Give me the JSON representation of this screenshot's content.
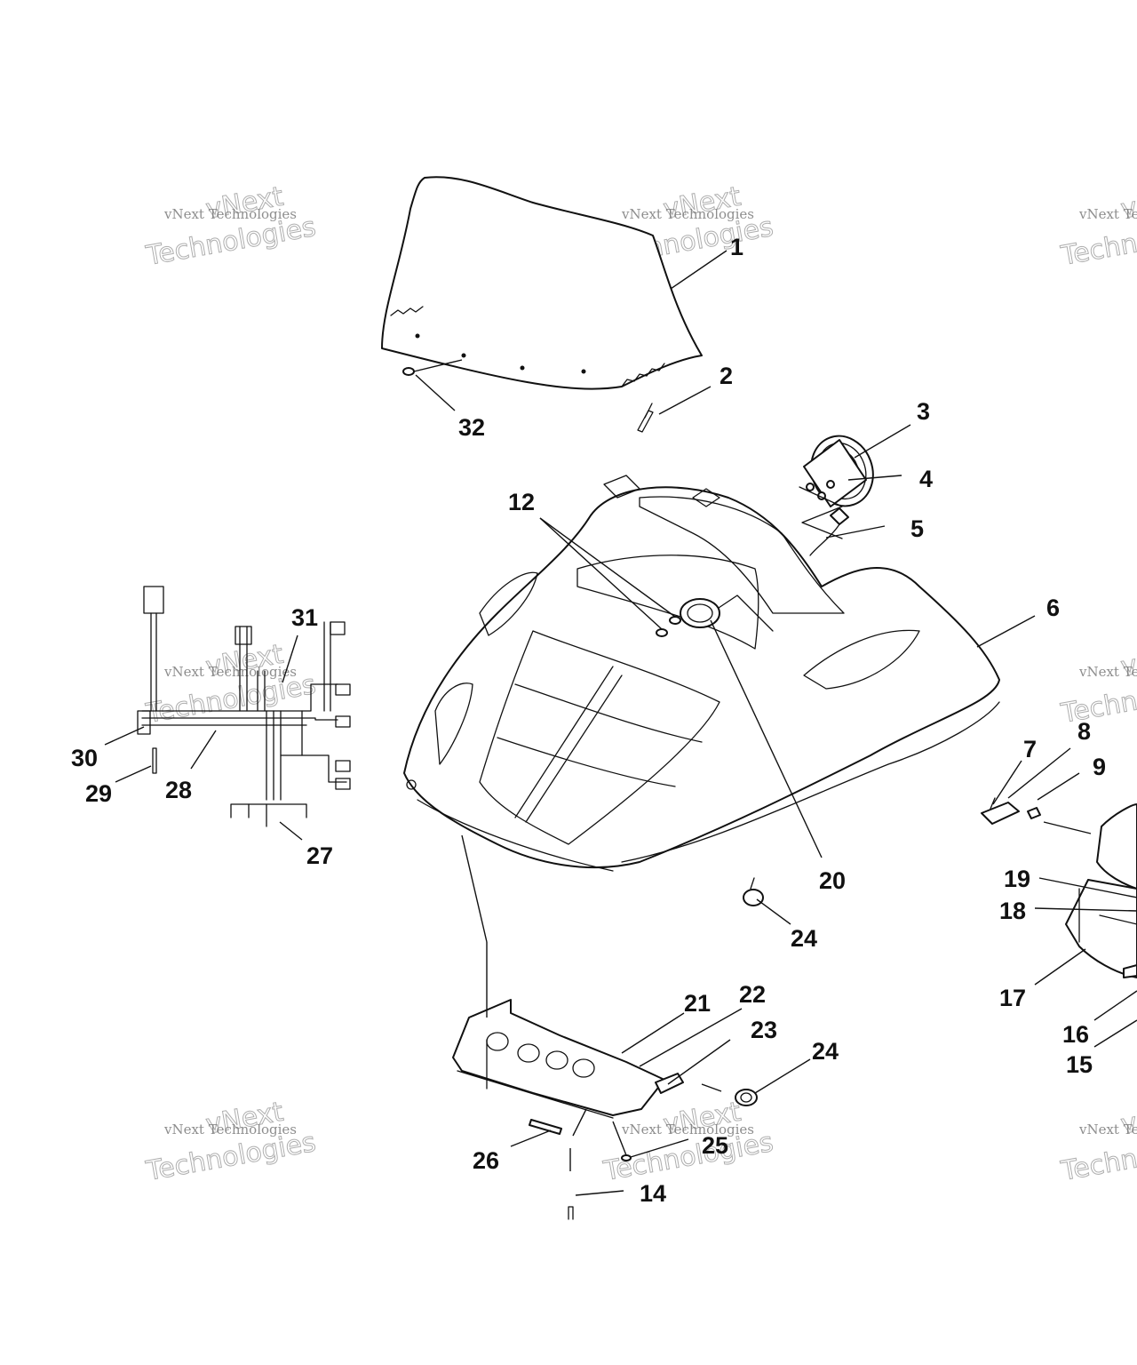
{
  "watermark": {
    "top_line": "vNext",
    "middle_line": "vNext Technologies",
    "bottom_line": "Technologies"
  },
  "callouts": {
    "c1": "1",
    "c2": "2",
    "c3": "3",
    "c4": "4",
    "c5": "5",
    "c6": "6",
    "c7": "7",
    "c8": "8",
    "c9": "9",
    "c12": "12",
    "c14": "14",
    "c15": "15",
    "c16": "16",
    "c17": "17",
    "c18": "18",
    "c19": "19",
    "c20": "20",
    "c21": "21",
    "c22": "22",
    "c23": "23",
    "c24a": "24",
    "c24b": "24",
    "c25": "25",
    "c26": "26",
    "c27": "27",
    "c28": "28",
    "c29": "29",
    "c30": "30",
    "c31": "31",
    "c32": "32"
  },
  "colors": {
    "ink": "#111111",
    "watermark": "#8a8a8a",
    "background": "#ffffff"
  }
}
